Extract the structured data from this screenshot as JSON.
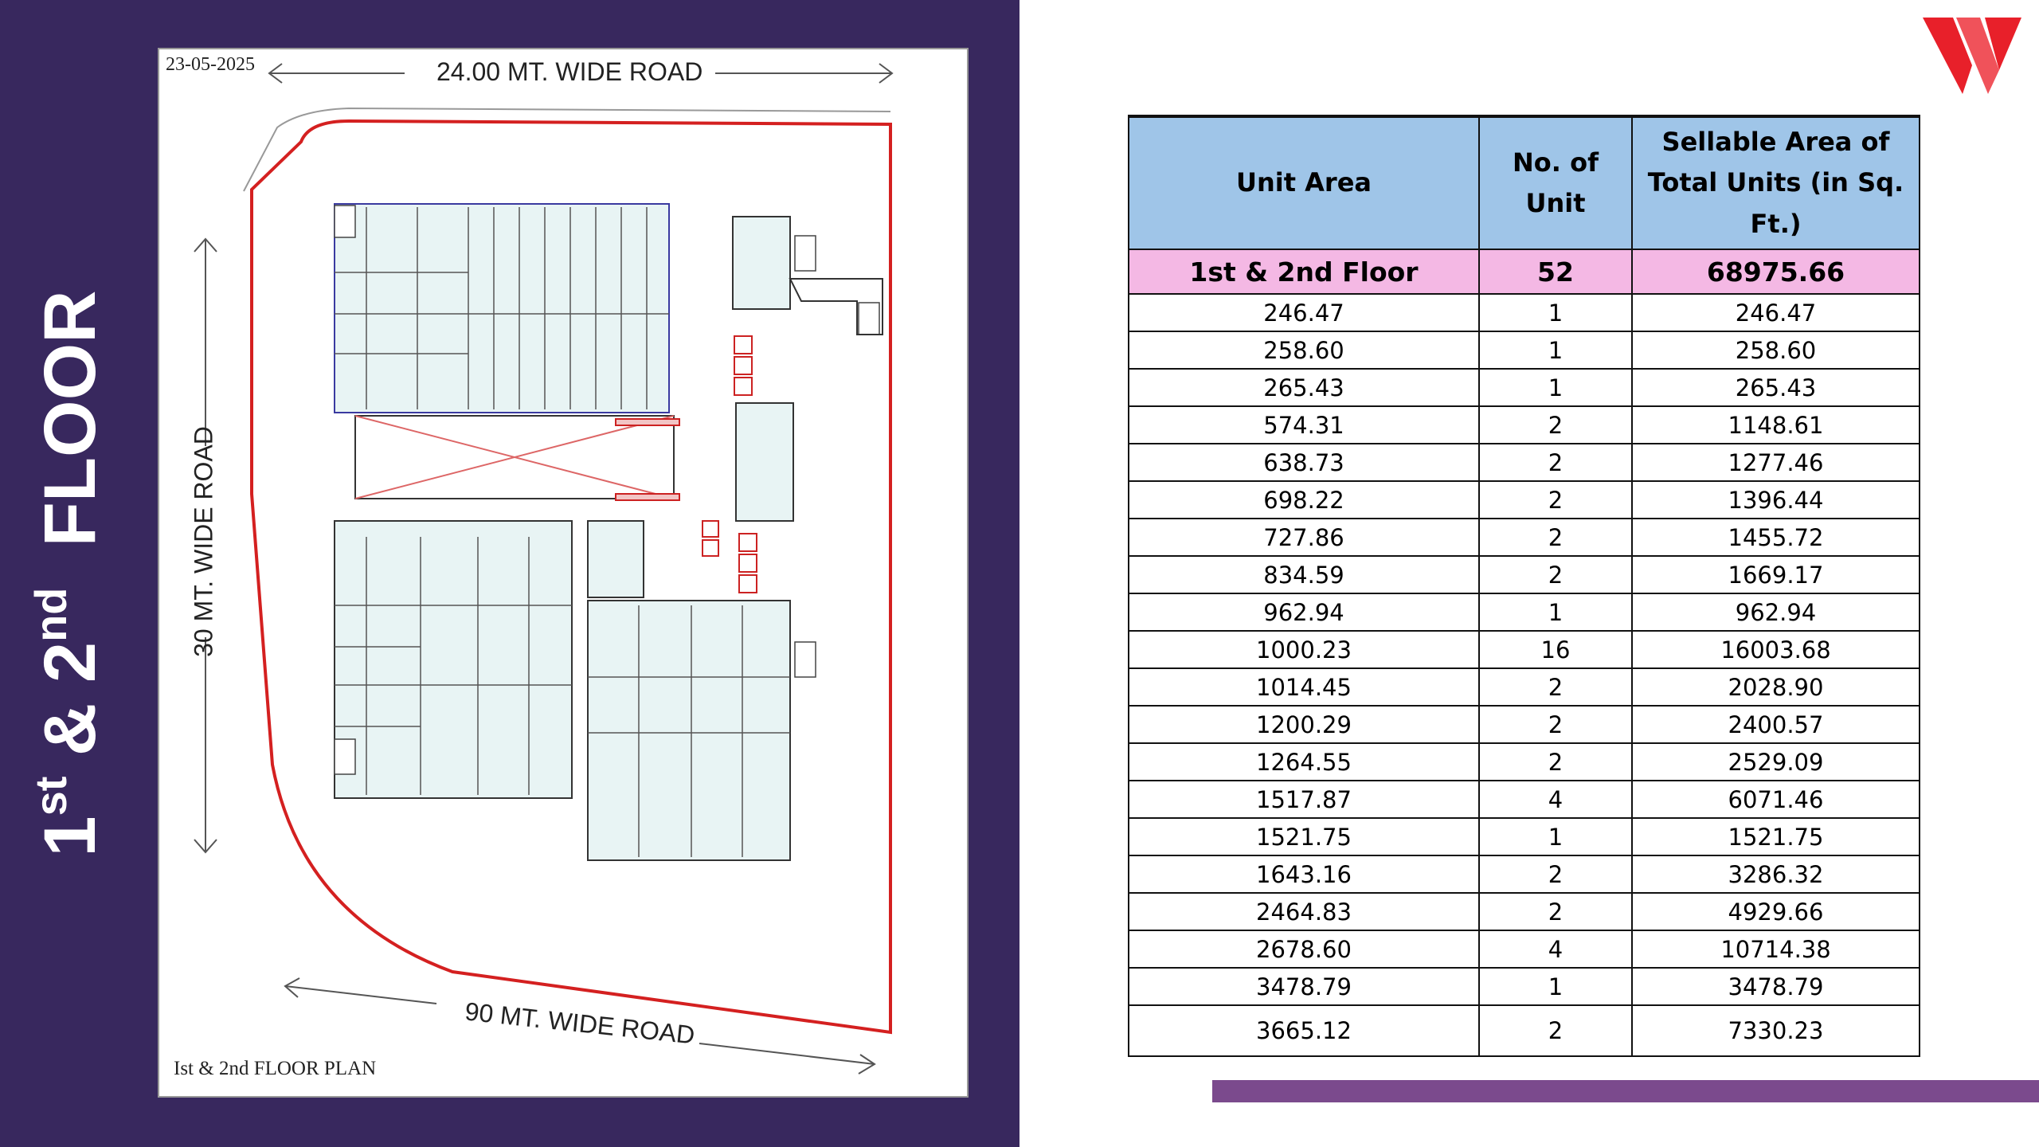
{
  "slide": {
    "title_main": "1",
    "title_sup1": "st",
    "title_amp": " & 2",
    "title_sup2": "nd",
    "title_rest": "  FLOOR"
  },
  "plan": {
    "date": "23-05-2025",
    "road_top": "24.00 MT. WIDE ROAD",
    "road_left": "30 MT. WIDE ROAD",
    "road_bottom": "90 MT. WIDE ROAD",
    "caption": "Ist & 2nd FLOOR PLAN"
  },
  "colors": {
    "sidebar": "#38285e",
    "header_fill": "#9fc5e8",
    "total_fill": "#f4b8e4",
    "accent_bar": "#7b4a8d",
    "logo_red": "#e8202a",
    "boundary_red": "#d42020"
  },
  "logo": {
    "icon": "w-logo-icon"
  },
  "table": {
    "headers": [
      "Unit Area",
      "No. of Unit",
      "Sellable Area of Total Units (in Sq. Ft.)"
    ],
    "total": {
      "area": "1st & 2nd Floor",
      "count": "52",
      "sellable": "68975.66"
    },
    "rows": [
      [
        "246.47",
        "1",
        "246.47"
      ],
      [
        "258.60",
        "1",
        "258.60"
      ],
      [
        "265.43",
        "1",
        "265.43"
      ],
      [
        "574.31",
        "2",
        "1148.61"
      ],
      [
        "638.73",
        "2",
        "1277.46"
      ],
      [
        "698.22",
        "2",
        "1396.44"
      ],
      [
        "727.86",
        "2",
        "1455.72"
      ],
      [
        "834.59",
        "2",
        "1669.17"
      ],
      [
        "962.94",
        "1",
        "962.94"
      ],
      [
        "1000.23",
        "16",
        "16003.68"
      ],
      [
        "1014.45",
        "2",
        "2028.90"
      ],
      [
        "1200.29",
        "2",
        "2400.57"
      ],
      [
        "1264.55",
        "2",
        "2529.09"
      ],
      [
        "1517.87",
        "4",
        "6071.46"
      ],
      [
        "1521.75",
        "1",
        "1521.75"
      ],
      [
        "1643.16",
        "2",
        "3286.32"
      ],
      [
        "2464.83",
        "2",
        "4929.66"
      ],
      [
        "2678.60",
        "4",
        "10714.38"
      ],
      [
        "3478.79",
        "1",
        "3478.79"
      ],
      [
        "3665.12",
        "2",
        "7330.23"
      ]
    ]
  }
}
